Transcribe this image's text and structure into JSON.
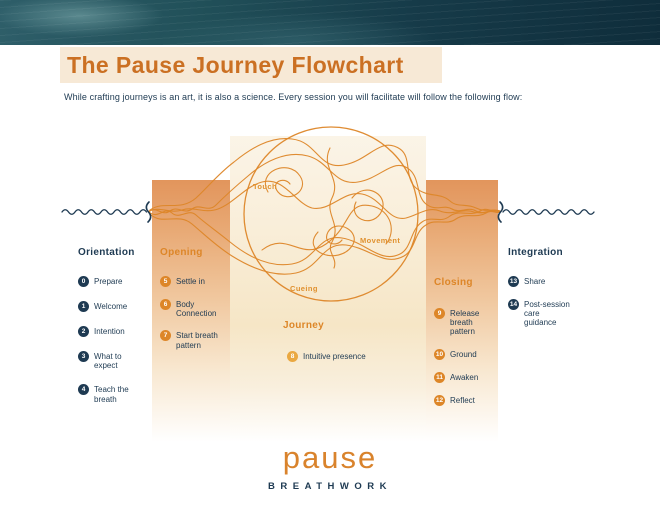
{
  "header": {
    "title": "The Pause Journey Flowchart",
    "subtitle": "While crafting journeys is an art, it is also a science. Every session you will facilitate will follow the following flow:"
  },
  "diagram": {
    "circle_labels": [
      "Touch",
      "Movement",
      "Cueing"
    ],
    "columns": [
      {
        "heading": "Orientation",
        "theme": "navy",
        "items": [
          {
            "num": "0",
            "label": "Prepare"
          },
          {
            "num": "1",
            "label": "Welcome"
          },
          {
            "num": "2",
            "label": "Intention"
          },
          {
            "num": "3",
            "label": "What to\nexpect"
          },
          {
            "num": "4",
            "label": "Teach the\nbreath"
          }
        ]
      },
      {
        "heading": "Opening",
        "theme": "orange",
        "items": [
          {
            "num": "5",
            "label": "Settle in"
          },
          {
            "num": "6",
            "label": "Body\nConnection"
          },
          {
            "num": "7",
            "label": "Start breath\npattern"
          }
        ]
      },
      {
        "heading": "Journey",
        "theme": "amber",
        "items": [
          {
            "num": "8",
            "label": "Intuitive presence"
          }
        ]
      },
      {
        "heading": "Closing",
        "theme": "orange",
        "items": [
          {
            "num": "9",
            "label": "Release\nbreath\npattern"
          },
          {
            "num": "10",
            "label": "Ground"
          },
          {
            "num": "11",
            "label": "Awaken"
          },
          {
            "num": "12",
            "label": "Reflect"
          }
        ]
      },
      {
        "heading": "Integration",
        "theme": "navy",
        "items": [
          {
            "num": "13",
            "label": "Share"
          },
          {
            "num": "14",
            "label": "Post-session\ncare\nguidance"
          }
        ]
      }
    ]
  },
  "footer": {
    "logo": "pause",
    "tagline": "BREATHWORK"
  },
  "colors": {
    "navy": "#1E3A52",
    "orange": "#DD8628",
    "amber": "#EAA841",
    "cream": "#F7E9D6",
    "title_orange": "#CB7023",
    "logo_orange": "#D9832C"
  }
}
